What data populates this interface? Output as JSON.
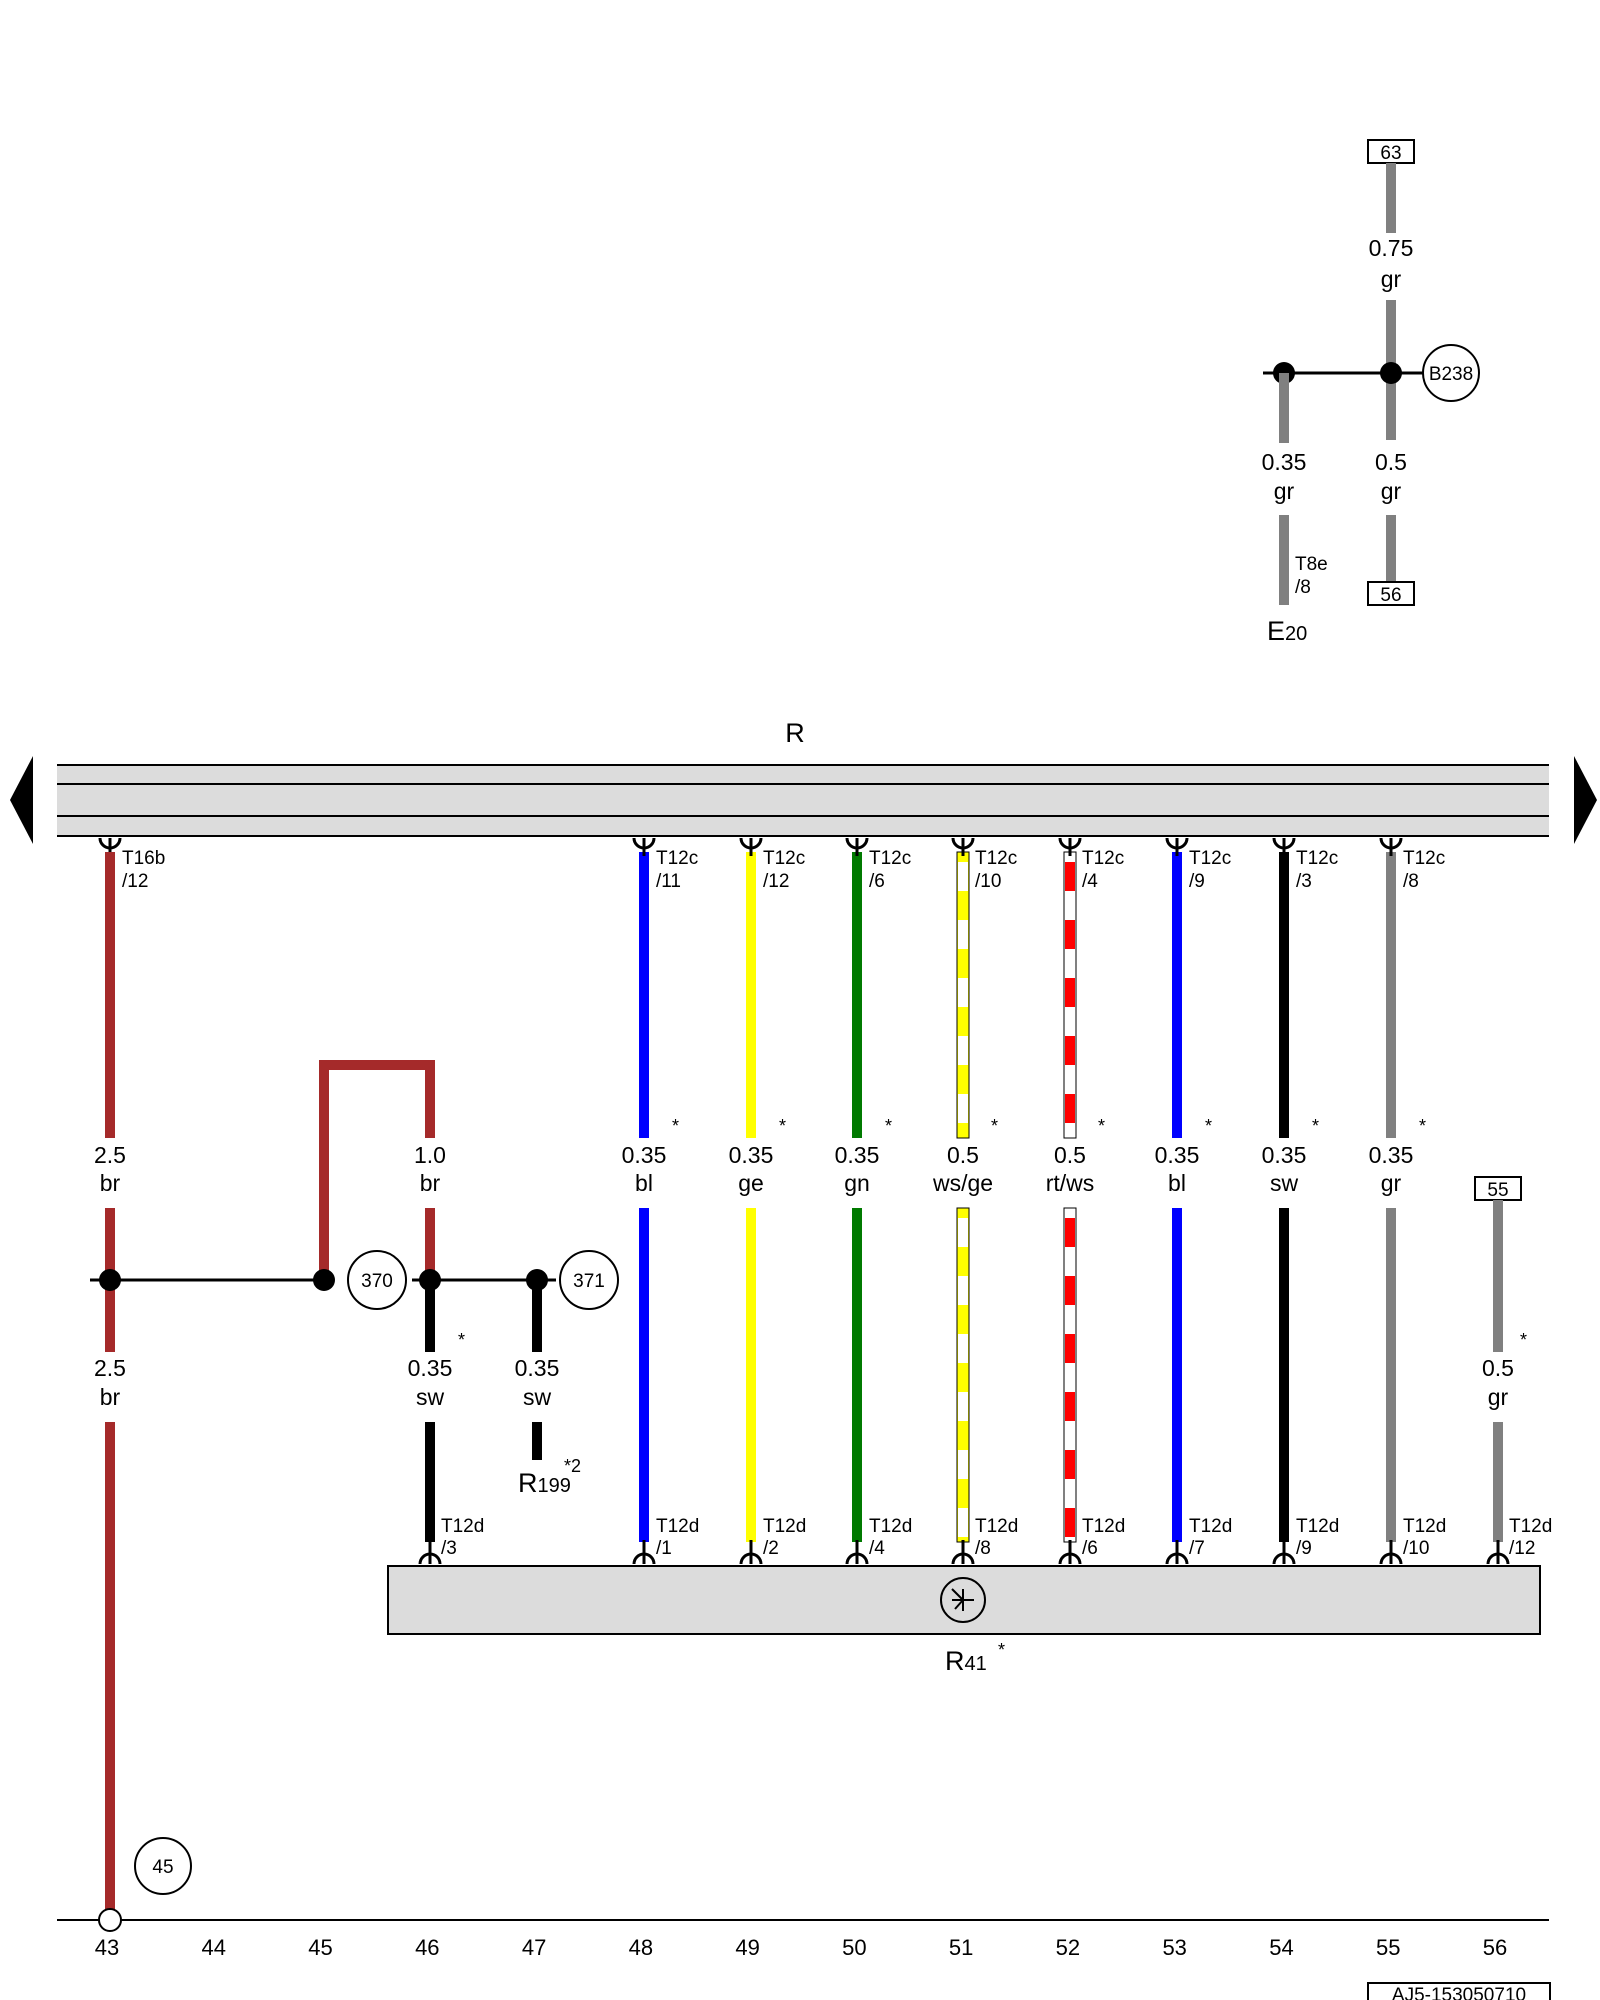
{
  "diagram_id": "AJ5-153050710",
  "components": {
    "R": "R",
    "R41": {
      "name": "R",
      "sub": "41",
      "mark": "*"
    },
    "R199": {
      "name": "R",
      "sub": "199",
      "mark": "*2"
    },
    "E20": {
      "name": "E",
      "sub": "20"
    }
  },
  "references": {
    "B238": "B238",
    "n370": "370",
    "n371": "371",
    "n45": "45",
    "box63": "63",
    "box56": "56",
    "box55": "55"
  },
  "top_wires": {
    "w63_size": "0.75",
    "w63_color": "gr",
    "wE20_size": "0.35",
    "wE20_color": "gr",
    "w56_size": "0.5",
    "w56_color": "gr",
    "e20_pin_a": "T8e",
    "e20_pin_b": "/8"
  },
  "left_wires": {
    "br_top": {
      "size": "2.5",
      "color": "br"
    },
    "br_bottom": {
      "size": "2.5",
      "color": "br"
    },
    "br_loop": {
      "size": "1.0",
      "color": "br"
    },
    "sw46": {
      "size": "0.35",
      "color": "sw",
      "mark": "*"
    },
    "sw47": {
      "size": "0.35",
      "color": "sw"
    },
    "t16b_a": "T16b",
    "t16b_b": "/12"
  },
  "wires": [
    {
      "col": "48",
      "size": "0.35",
      "color": "bl",
      "top_a": "T12c",
      "top_b": "/11",
      "bot_a": "T12d",
      "bot_b": "/1",
      "mark": "*"
    },
    {
      "col": "49",
      "size": "0.35",
      "color": "ge",
      "top_a": "T12c",
      "top_b": "/12",
      "bot_a": "T12d",
      "bot_b": "/2",
      "mark": "*"
    },
    {
      "col": "50",
      "size": "0.35",
      "color": "gn",
      "top_a": "T12c",
      "top_b": "/6",
      "bot_a": "T12d",
      "bot_b": "/4",
      "mark": "*"
    },
    {
      "col": "51",
      "size": "0.5",
      "color": "ws/ge",
      "top_a": "T12c",
      "top_b": "/10",
      "bot_a": "T12d",
      "bot_b": "/8",
      "mark": "*"
    },
    {
      "col": "52",
      "size": "0.5",
      "color": "rt/ws",
      "top_a": "T12c",
      "top_b": "/4",
      "bot_a": "T12d",
      "bot_b": "/6",
      "mark": "*"
    },
    {
      "col": "53",
      "size": "0.35",
      "color": "bl",
      "top_a": "T12c",
      "top_b": "/9",
      "bot_a": "T12d",
      "bot_b": "/7",
      "mark": "*"
    },
    {
      "col": "54",
      "size": "0.35",
      "color": "sw",
      "top_a": "T12c",
      "top_b": "/3",
      "bot_a": "T12d",
      "bot_b": "/9",
      "mark": "*"
    },
    {
      "col": "55",
      "size": "0.35",
      "color": "gr",
      "top_a": "T12c",
      "top_b": "/8",
      "bot_a": "T12d",
      "bot_b": "/10",
      "mark": "*"
    }
  ],
  "wire56": {
    "size": "0.5",
    "color": "gr",
    "mark": "*",
    "bot_a": "T12d",
    "bot_b": "/12"
  },
  "r41_pin46": {
    "a": "T12d",
    "b": "/3"
  },
  "axis": [
    "43",
    "44",
    "45",
    "46",
    "47",
    "48",
    "49",
    "50",
    "51",
    "52",
    "53",
    "54",
    "55",
    "56"
  ],
  "colors": {
    "br": "#a52a2a",
    "bl": "#0000ff",
    "ge": "#ffff00",
    "gn": "#007a00",
    "sw": "#000000",
    "gr": "#808080",
    "rt": "#ff0000",
    "ws": "#ffffff",
    "panel": "#dcdcdc"
  }
}
